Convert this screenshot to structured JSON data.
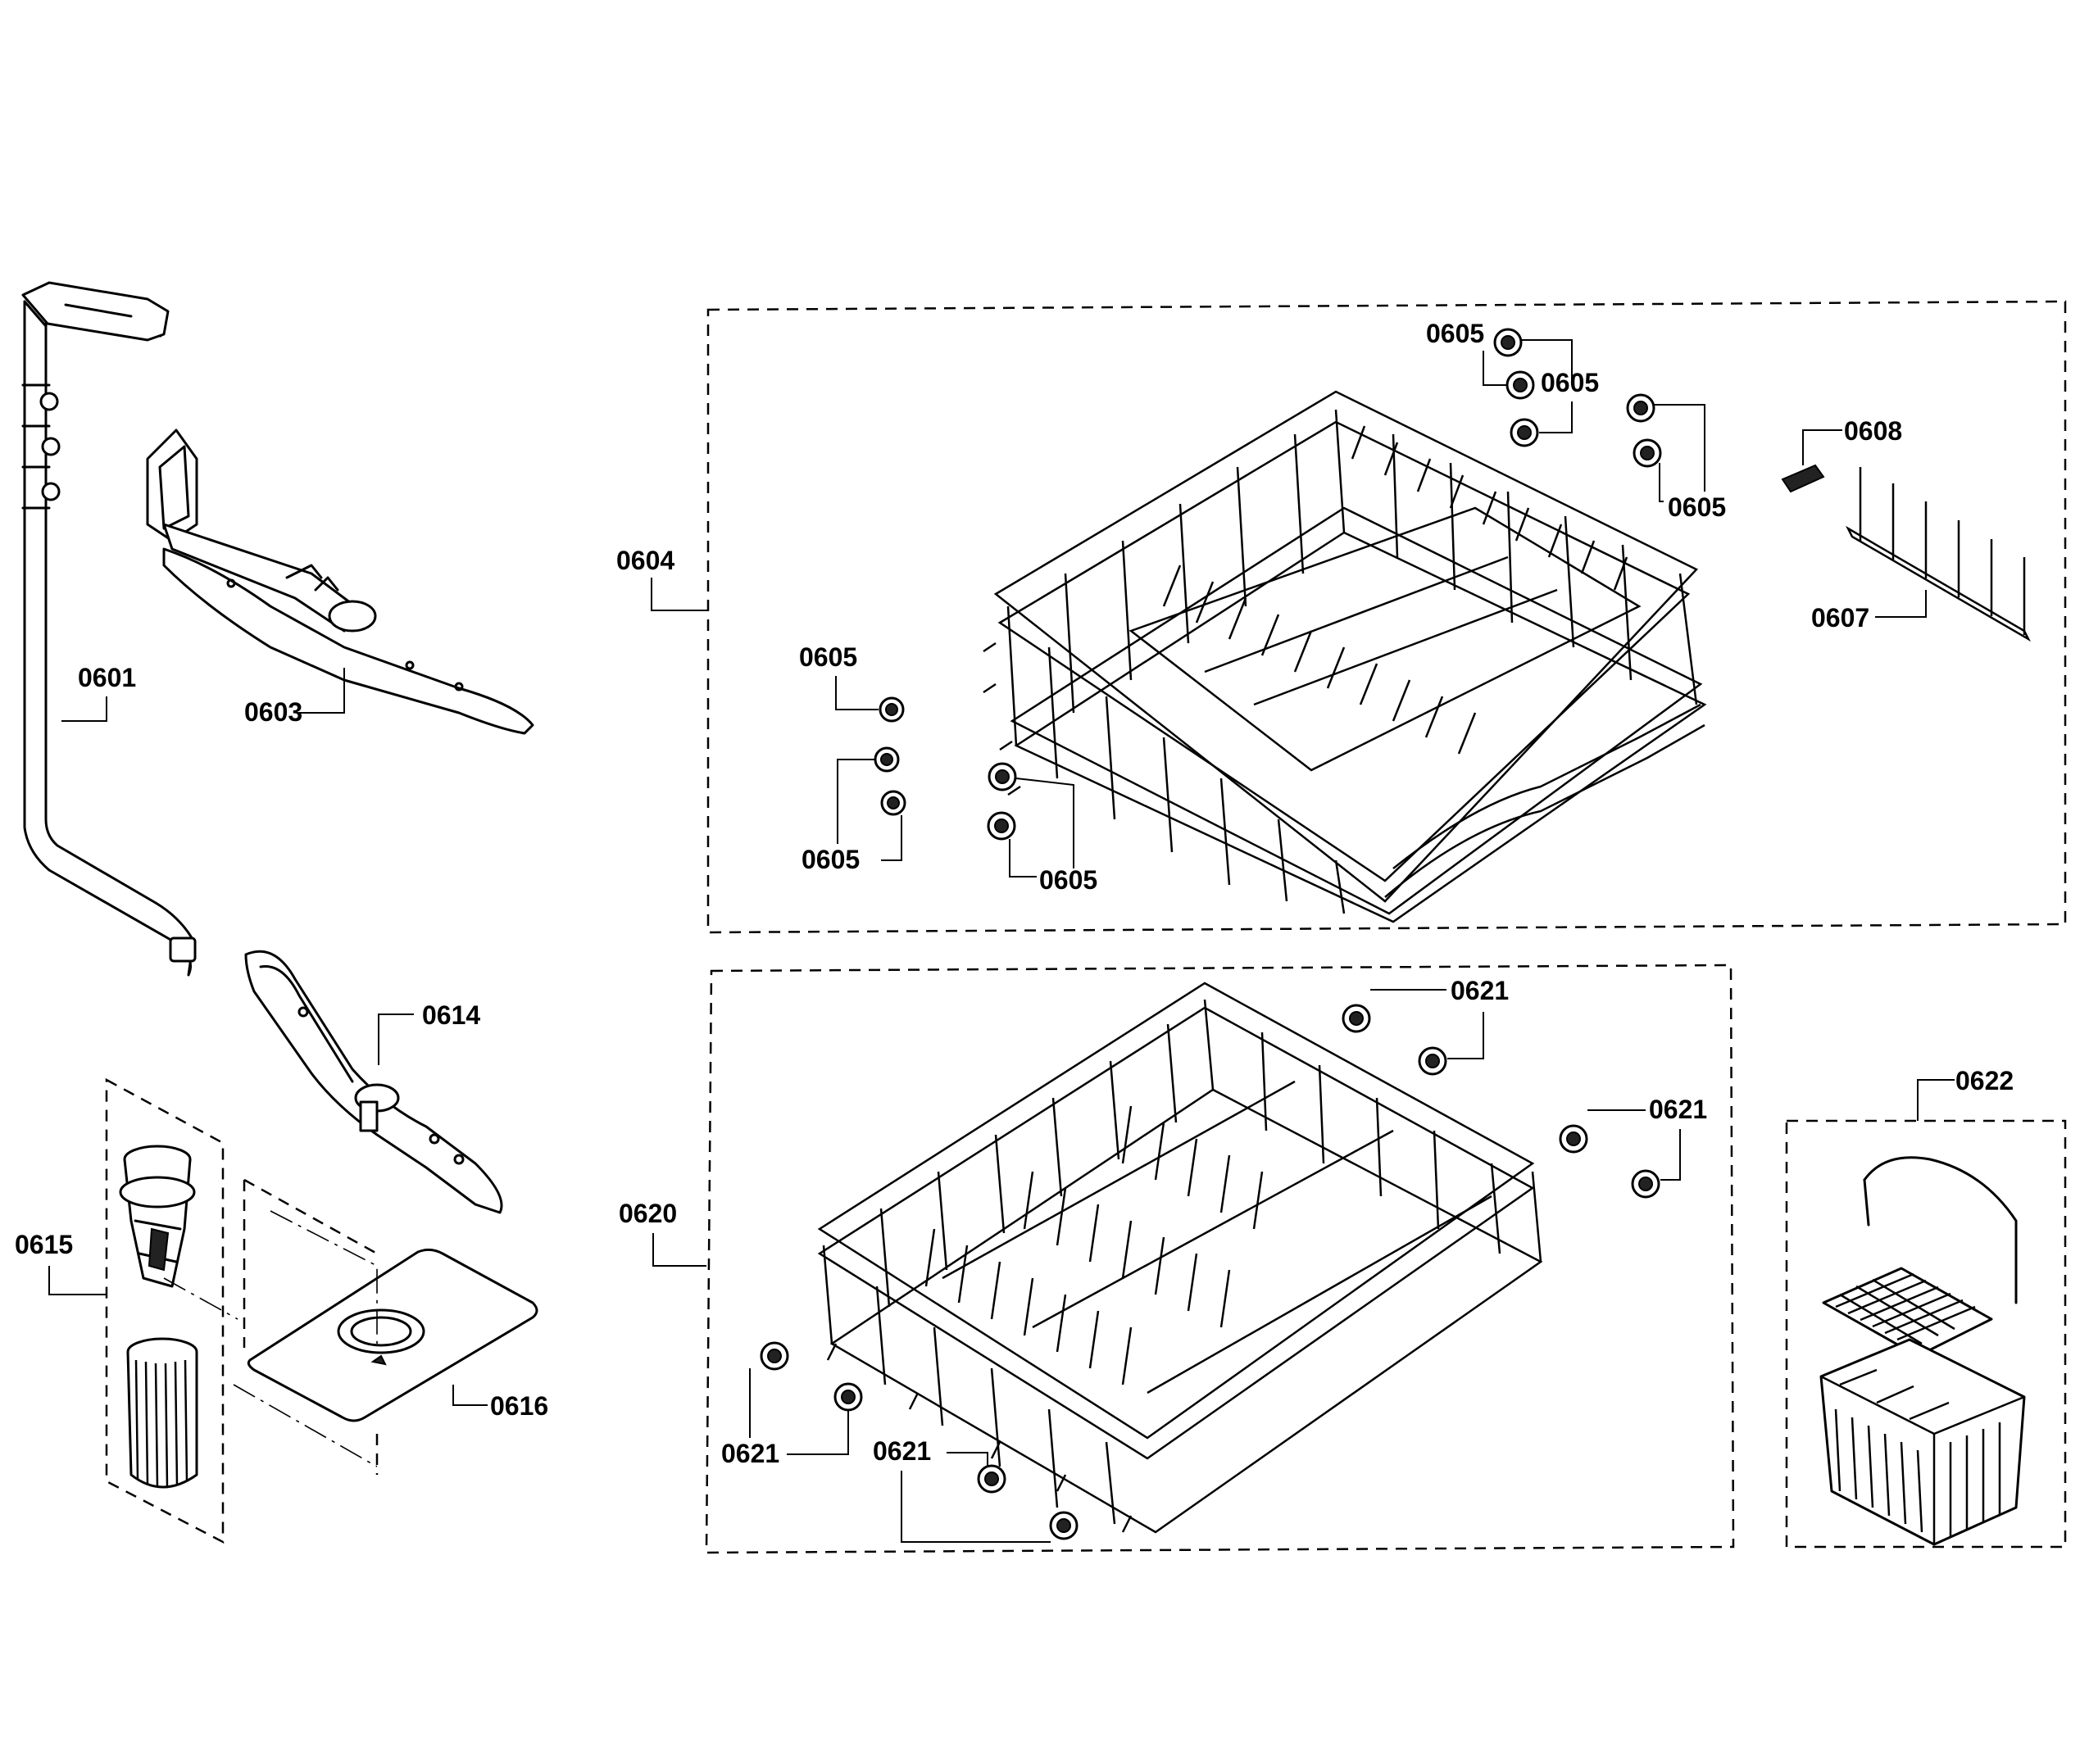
{
  "diagram": {
    "callouts": {
      "c0601": "0601",
      "c0603": "0603",
      "c0604": "0604",
      "c0605_a": "0605",
      "c0605_b": "0605",
      "c0605_c": "0605",
      "c0605_d": "0605",
      "c0605_e": "0605",
      "c0605_f": "0605",
      "c0607": "0607",
      "c0608": "0608",
      "c0614": "0614",
      "c0615": "0615",
      "c0616": "0616",
      "c0620": "0620",
      "c0621_a": "0621",
      "c0621_b": "0621",
      "c0621_c": "0621",
      "c0621_d": "0621",
      "c0622": "0622"
    }
  }
}
